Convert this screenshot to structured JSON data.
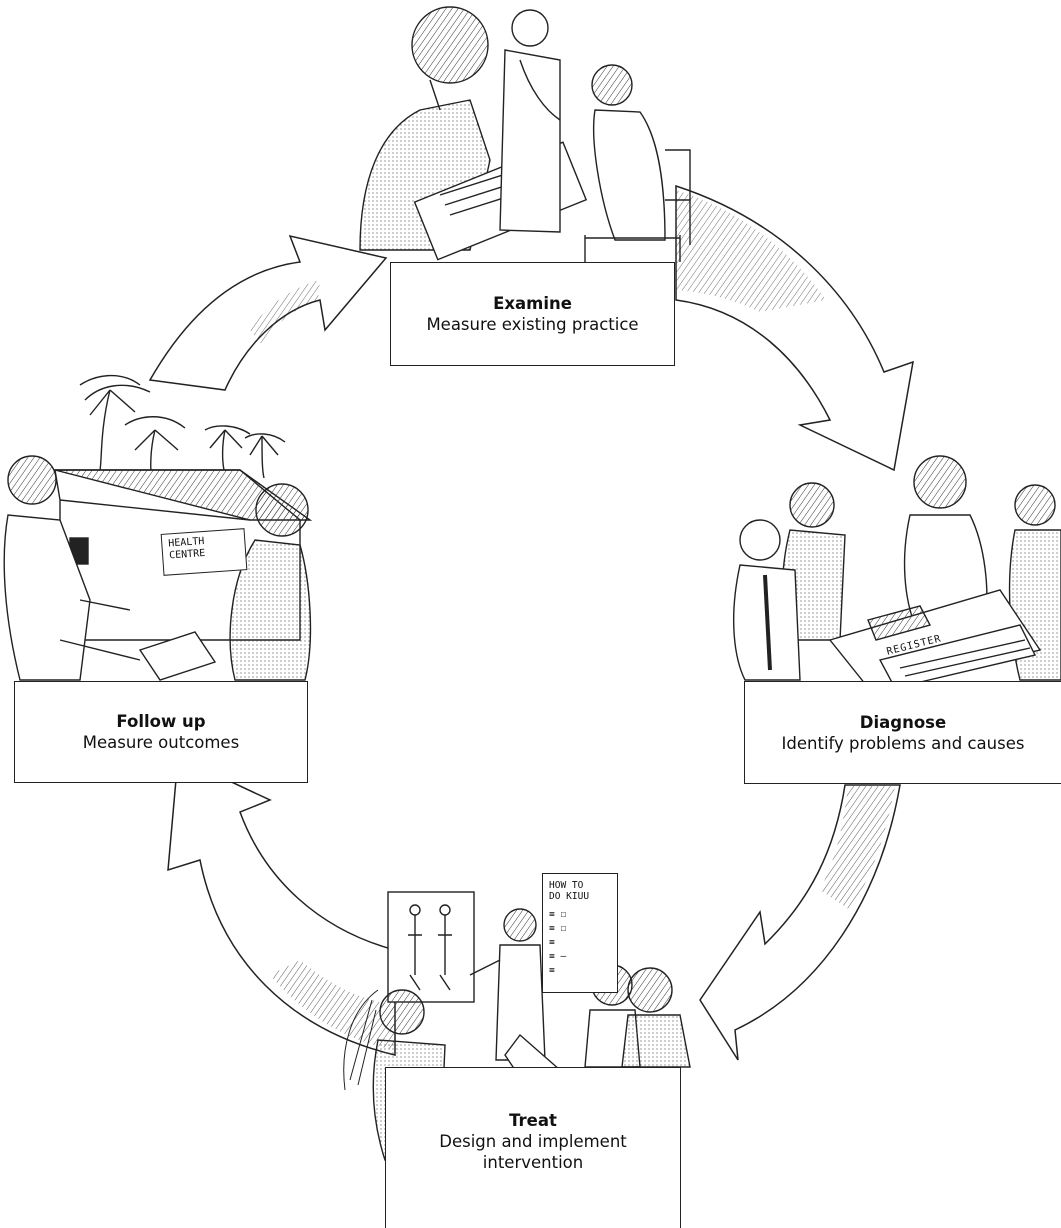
{
  "stages": {
    "examine": {
      "title": "Examine",
      "lines": [
        "Measure existing practice"
      ]
    },
    "diagnose": {
      "title": "Diagnose",
      "lines": [
        "Identify problems and causes"
      ]
    },
    "treat": {
      "title": "Treat",
      "lines": [
        "Design and implement",
        "intervention"
      ]
    },
    "followup": {
      "title": "Follow up",
      "lines": [
        "Measure outcomes"
      ]
    }
  },
  "illustration_text": {
    "health_sign": [
      "HEALTH",
      "CENTRE"
    ],
    "register": "REGISTER",
    "poster": [
      "HOW TO",
      "DO KIUU"
    ]
  },
  "colors": {
    "ink": "#222222",
    "background": "#ffffff"
  }
}
